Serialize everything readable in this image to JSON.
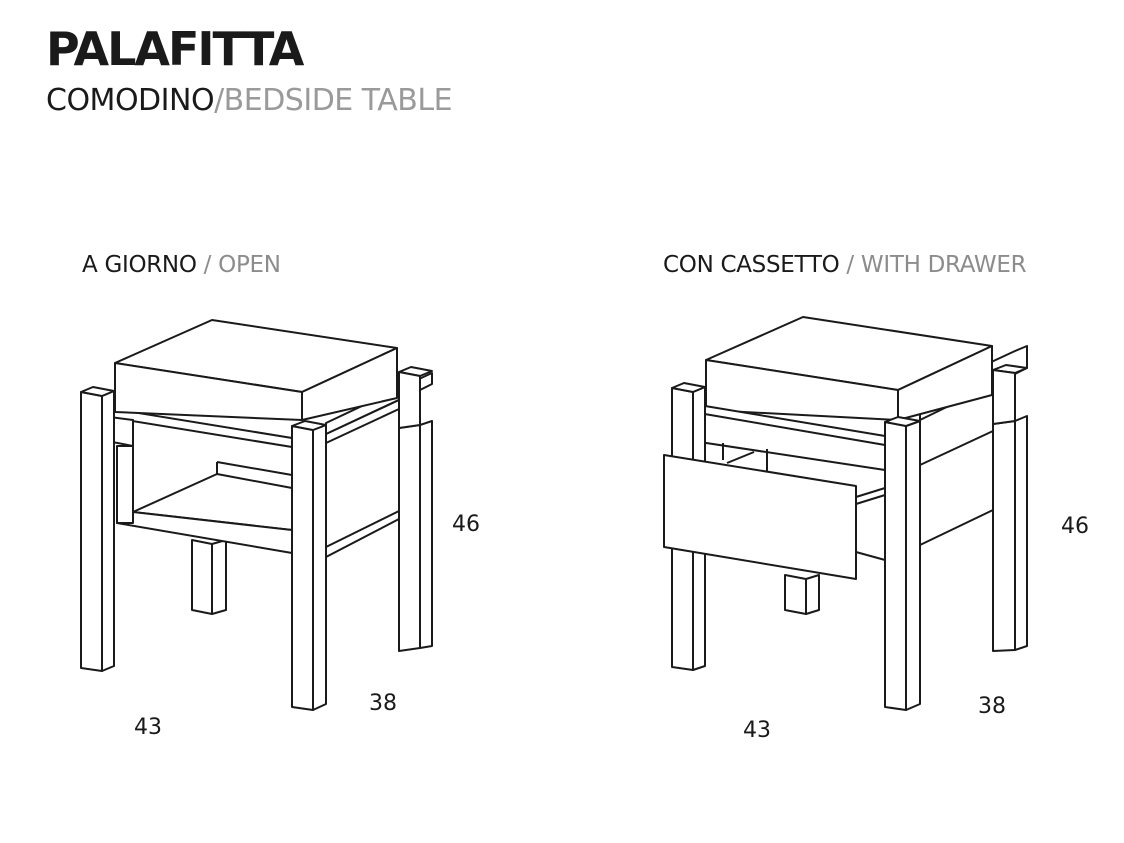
{
  "header": {
    "title": "PALAFITTA",
    "subtitle_it": "COMODINO",
    "separator": "/",
    "subtitle_en": "BEDSIDE TABLE"
  },
  "variants": [
    {
      "label_it": "A GIORNO",
      "separator": " / ",
      "label_en": "OPEN",
      "dimensions": {
        "height": "46",
        "depth": "38",
        "width": "43"
      }
    },
    {
      "label_it": "CON CASSETTO",
      "separator": " / ",
      "label_en": "WITH DRAWER",
      "dimensions": {
        "height": "46",
        "depth": "38",
        "width": "43"
      }
    }
  ],
  "colors": {
    "ink": "#1a1a1a",
    "grey_text": "#9a9a9a",
    "background": "#ffffff"
  }
}
